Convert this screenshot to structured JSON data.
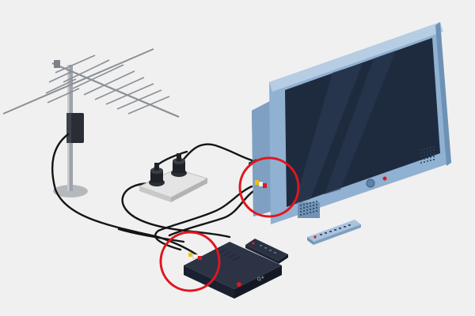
{
  "colors": {
    "background": "#f0f0f0",
    "tv_frame": "#8fb0d0",
    "tv_frame_dark": "#5f82a8",
    "tv_screen": "#1e2b3f",
    "cable": "#141414",
    "highlight": "#e0161e",
    "receiver_body": "#1d2433",
    "power_strip": "#d8d8d8",
    "antenna": "#8a8f96"
  },
  "receiver": {
    "brand": "Q+"
  },
  "highlights": [
    {
      "name": "tv-connection-highlight",
      "target": "tv-av-ports"
    },
    {
      "name": "receiver-connection-highlight",
      "target": "receiver-av-ports"
    }
  ],
  "icons": [
    "antenna-icon",
    "tv-icon",
    "receiver-icon",
    "remote-control-icon",
    "power-strip-icon",
    "plug-icon"
  ]
}
